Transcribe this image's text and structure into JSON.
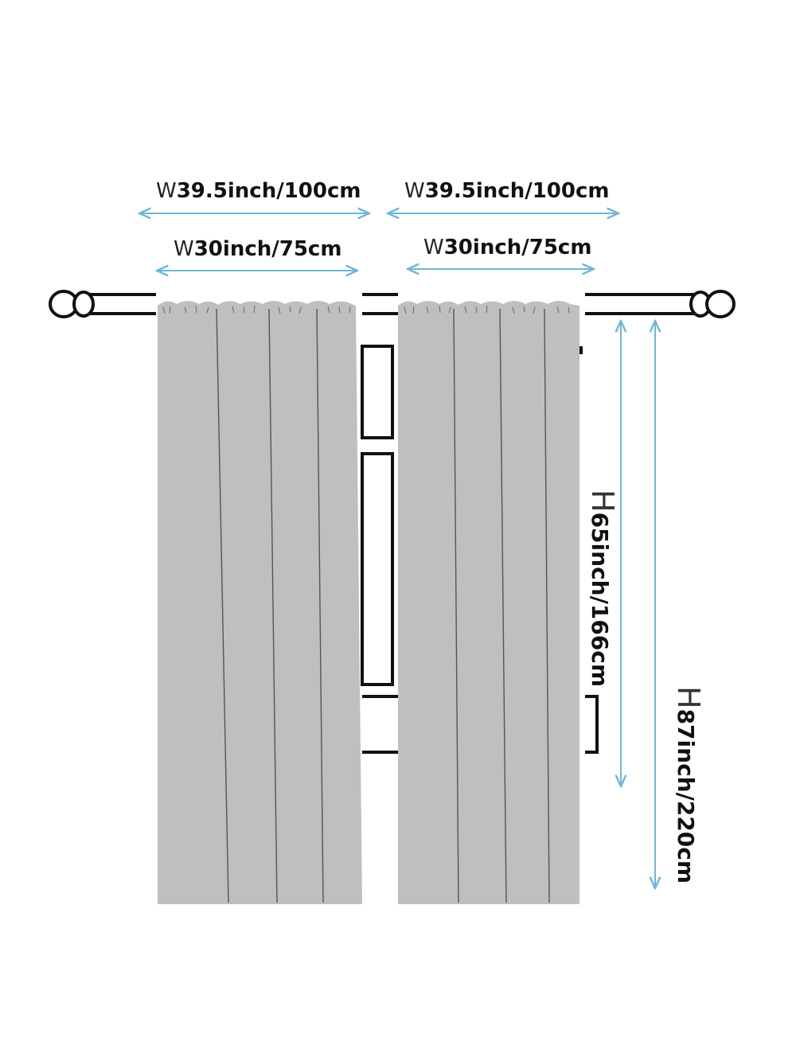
{
  "dimensions": {
    "width_top_left": {
      "prefix": "W",
      "value": "39.5inch/100cm"
    },
    "width_top_right": {
      "prefix": "W",
      "value": "39.5inch/100cm"
    },
    "width_panel_left": {
      "prefix": "W",
      "value": "30inch/75cm"
    },
    "width_panel_right": {
      "prefix": "W",
      "value": "30inch/75cm"
    },
    "height_short": {
      "prefix": "H",
      "value": "65inch/166cm"
    },
    "height_long": {
      "prefix": "H",
      "value": "87inch/220cm"
    }
  },
  "colors": {
    "curtain": "#bfbfbf",
    "curtain_fold_line": "#555555",
    "arrow": "#6fb6d6",
    "outline": "#111111",
    "text": "#111111"
  }
}
